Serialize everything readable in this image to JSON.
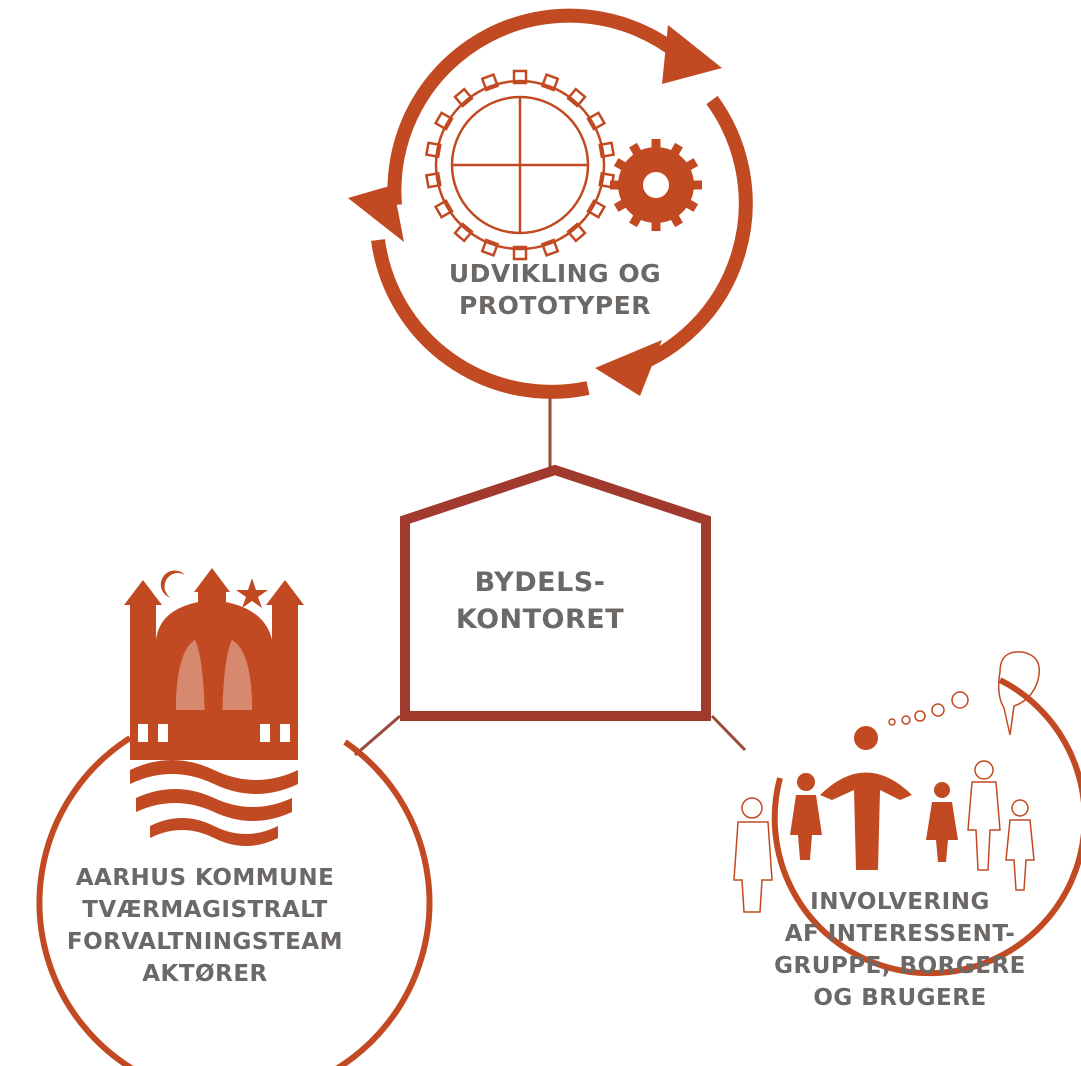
{
  "colors": {
    "accent": "#c24a22",
    "frame": "#a03a2c",
    "connector": "#9a4a3a",
    "text": "#6b6866"
  },
  "nodes": {
    "development": {
      "line1": "UDVIKLING OG",
      "line2": "PROTOTYPER",
      "icons": [
        "gear-icon",
        "cycle-arrows-icon"
      ]
    },
    "office": {
      "line1": "BYDELS-",
      "line2": "KONTORET",
      "icon": "house-frame-icon"
    },
    "municipality": {
      "line1": "AARHUS KOMMUNE",
      "line2": "TVÆRMAGISTRALT",
      "line3": "FORVALTNINGSTEAM",
      "line4": "AKTØRER",
      "icon": "aarhus-coat-of-arms-icon"
    },
    "involvement": {
      "line1": "INVOLVERING",
      "line2": "AF INTERESSENT-",
      "line3": "GRUPPE, BORGERE",
      "line4": "OG BRUGERE",
      "icon": "people-silhouettes-icon"
    }
  }
}
